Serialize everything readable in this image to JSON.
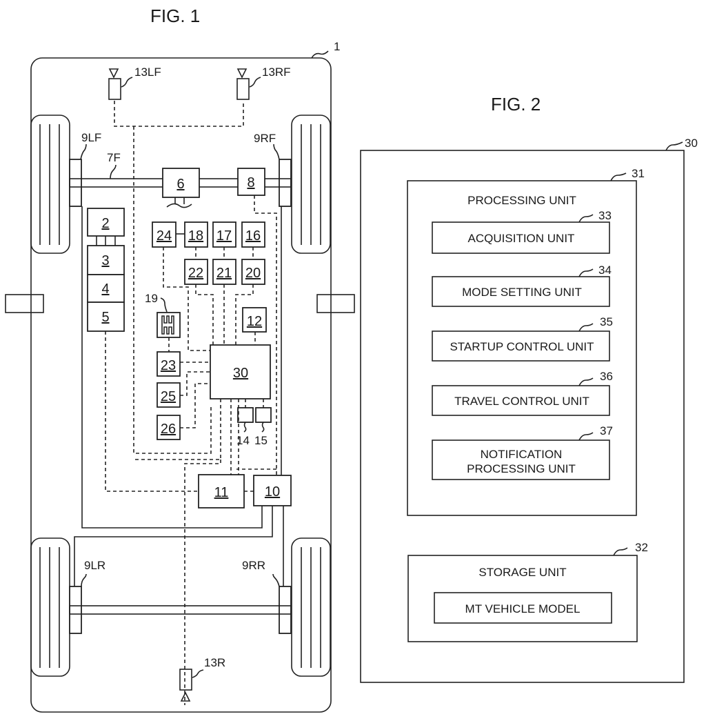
{
  "fig1": {
    "title": "FIG. 1",
    "vehicle_ref": "1",
    "sensor_labels": {
      "lf": "13LF",
      "rf": "13RF",
      "r": "13R"
    },
    "wheel_labels": {
      "lf": "9LF",
      "rf": "9RF",
      "lr": "9LR",
      "rr": "9RR"
    },
    "axle_label": "7F",
    "blocks": {
      "b2": "2",
      "b3": "3",
      "b4": "4",
      "b5": "5",
      "b6": "6",
      "b8": "8",
      "b24": "24",
      "b18": "18",
      "b17": "17",
      "b16": "16",
      "b22": "22",
      "b21": "21",
      "b20": "20",
      "b12": "12",
      "b23": "23",
      "b25": "25",
      "b26": "26",
      "b30": "30",
      "b11": "11",
      "b10": "10"
    },
    "callouts": {
      "shifter": "19",
      "c14": "14",
      "c15": "15"
    }
  },
  "fig2": {
    "title": "FIG. 2",
    "controller_ref": "30",
    "processing": {
      "ref": "31",
      "label": "PROCESSING UNIT",
      "units": [
        {
          "ref": "33",
          "label": "ACQUISITION UNIT"
        },
        {
          "ref": "34",
          "label": "MODE SETTING UNIT"
        },
        {
          "ref": "35",
          "label": "STARTUP CONTROL UNIT"
        },
        {
          "ref": "36",
          "label": "TRAVEL CONTROL UNIT"
        },
        {
          "ref": "37",
          "label_line1": "NOTIFICATION",
          "label_line2": "PROCESSING UNIT"
        }
      ]
    },
    "storage": {
      "ref": "32",
      "label": "STORAGE UNIT",
      "model": "MT VEHICLE MODEL"
    }
  }
}
